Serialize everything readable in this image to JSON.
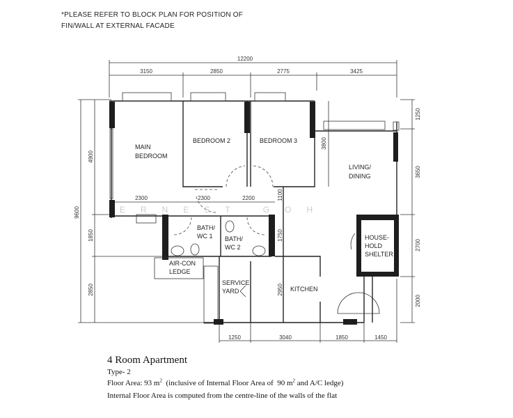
{
  "note": {
    "line1": "*PLEASE REFER TO BLOCK PLAN FOR POSITION OF",
    "line2": "FIN/WALL AT EXTERNAL FACADE"
  },
  "dimensions": {
    "top_total": "12200",
    "top": [
      "3150",
      "2850",
      "2775",
      "3425"
    ],
    "left_total": "9600",
    "left": [
      "4900",
      "1850",
      "2850"
    ],
    "right": [
      "1250",
      "3650",
      "2700",
      "2000"
    ],
    "inner": [
      "2300",
      "2300",
      "2200",
      "1100",
      "1750",
      "2950",
      "3800"
    ],
    "bottom": [
      "1250",
      "3040",
      "1850",
      "1450"
    ]
  },
  "rooms": {
    "main_bedroom": [
      "MAIN",
      "BEDROOM"
    ],
    "bedroom2": "BEDROOM 2",
    "bedroom3": "BEDROOM 3",
    "living": [
      "LIVING/",
      "DINING"
    ],
    "bath1": [
      "BATH/",
      "WC 1"
    ],
    "bath2": [
      "BATH/",
      "WC 2"
    ],
    "aircon": [
      "AIR-CON",
      "LEDGE"
    ],
    "service": [
      "SERVICE",
      "YARD"
    ],
    "kitchen": "KITCHEN",
    "shelter": [
      "HOUSE-",
      "HOLD",
      "SHELTER"
    ]
  },
  "watermark": "ERNEST GOH",
  "info": {
    "title": "4 Room Apartment",
    "type": "Type- 2",
    "area_prefix": "Floor Area: 93 m",
    "area_mid": "  (inclusive of Internal Floor Area of  90 m",
    "area_suffix": " and A/C ledge)",
    "sup": "2",
    "footnote": "Internal Floor Area is computed from the centre-line of the walls of the flat"
  }
}
